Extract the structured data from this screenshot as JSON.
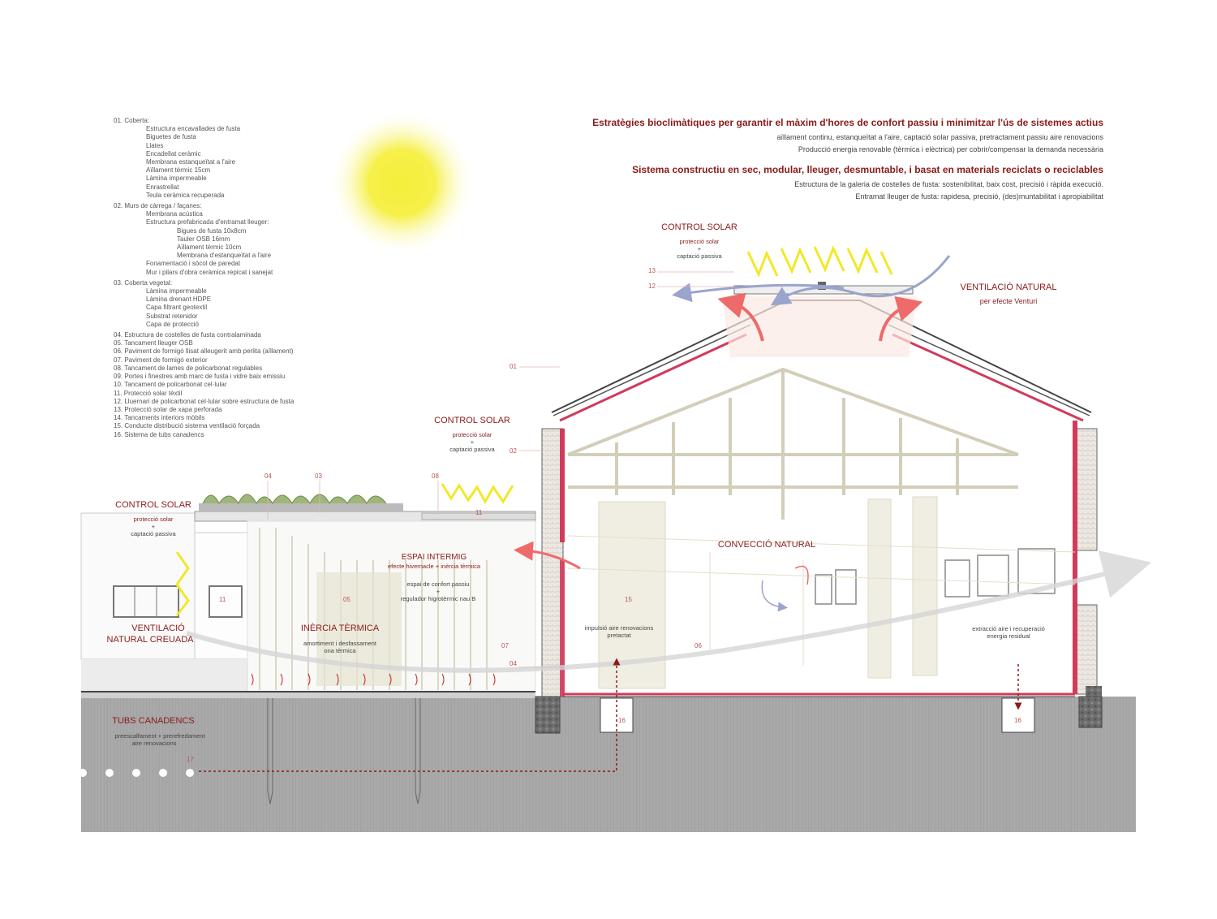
{
  "legend": [
    {
      "text": "01. Coberta:",
      "subs": [
        "Estructura encavallades de fusta",
        "Biguetes de fusta",
        "Llates",
        "Encadellat ceràmic",
        "Membrana estanqueïtat a l'aire",
        "Aïllament tèrmic 15cm",
        "Làmina impermeable",
        "Enrastrellat",
        "Teula ceràmica recuperada"
      ]
    },
    {
      "text": "02. Murs de càrrega / façanes:",
      "subs": [
        "Membrana acústica",
        "Estructura prefabricada d'entramat lleuger:"
      ],
      "subs2": [
        "Bigues de fusta 10x8cm",
        "Tauler OSB 16mm",
        "Aïllament tèrmic 10cm",
        "Membrana d'estanqueïtat a l'aire"
      ],
      "subs3": [
        "Fonamentació i sòcol de paredat",
        "Mur i pilars d'obra ceràmica repicat i sanejat"
      ]
    },
    {
      "text": "03. Coberta vegetal:",
      "subs": [
        "Làmina impermeable",
        "Làmina drenant HDPE",
        "Capa filtrant geotextil",
        "Substrat retenidor",
        "Capa de protecció"
      ]
    },
    {
      "text": "04. Estructura de costelles de fusta contralaminada"
    },
    {
      "text": "05. Tancament lleuger OSB"
    },
    {
      "text": "06. Paviment de formigó llisat alleugerit amb perlita (aïllament)"
    },
    {
      "text": "07. Paviment de formigó exterior"
    },
    {
      "text": "08. Tancament de lames de policarbonat regulables"
    },
    {
      "text": "09. Portes i finestres amb marc de fusta i vidre baix emissiu"
    },
    {
      "text": "10. Tancament de policarbonat cel·lular"
    },
    {
      "text": "11. Protecció solar tèxtil"
    },
    {
      "text": "12. Lluernari de policarbonat cel·lular sobre estructura de fusta"
    },
    {
      "text": "13. Protecció solar de xapa perforada"
    },
    {
      "text": "14. Tancaments interiors mòbils"
    },
    {
      "text": "15. Conducte distribució sistema ventilació forçada"
    },
    {
      "text": "16. Sistema de tubs canadencs"
    }
  ],
  "heading": {
    "title1": "Estratègies bioclimàtiques per garantir el màxim d'hores de confort passiu i minimitzar l'ús de sistemes actius",
    "line1": "aïllament continu, estanqueïtat a l'aire, captació solar passiva, pretractament passiu aire renovacions",
    "line2": "Producció energia renovable (tèrmica i elèctrica) per cobrir/compensar la demanda necessària",
    "title2": "Sistema constructiu en sec, modular, lleuger, desmuntable, i basat en materials reciclats o reciclables",
    "line3": "Estructura de la galeria de costelles de fusta: sostenibilitat, baix cost, precisió i ràpida execució.",
    "line4": "Entramat lleuger de fusta: rapidesa, precisió, (des)muntabilitat i apropiabilitat"
  },
  "labels": {
    "control_solar": "CONTROL SOLAR",
    "proteccio": "protecció solar",
    "plus": "+",
    "captacio": "captació passiva",
    "ventilacio_natural": "VENTILACIÓ NATURAL",
    "venturi": "per efecte Venturi",
    "conveccio": "CONVECCIÓ NATURAL",
    "espai_intermig": "ESPAI INTERMIG",
    "efecte": "efecte hivernacle + inèrcia tèrmica",
    "confort1": "espai de confort passiu",
    "confort2": "+",
    "confort3": "regulador higrotèrmic nau B",
    "inercia": "INÈRCIA TÈRMICA",
    "amort1": "amortiment i desfassament",
    "amort2": "ona tèrmica",
    "vent_creuada1": "VENTILACIÓ",
    "vent_creuada2": "NATURAL CREUADA",
    "impulsio1": "impulsió aire renovacions",
    "impulsio2": "pretactat",
    "extraccio1": "extracció aire i recuperació",
    "extraccio2": "energia residual",
    "tubs": "TUBS CANADENCS",
    "tubs1": "preescalfament + prerefredament",
    "tubs2": "aire renovacions"
  },
  "numbers": {
    "n01": "01",
    "n02": "02",
    "n03": "03",
    "n04": "04",
    "n04b": "04",
    "n05": "05",
    "n06": "06",
    "n07": "07",
    "n08": "08",
    "n11": "11",
    "n11b": "11",
    "n12": "12",
    "n13": "13",
    "n15": "15",
    "n16": "16",
    "n16b": "16",
    "n17": "17"
  },
  "colors": {
    "accent": "#8b1a1a",
    "sun": "#f6f04a",
    "ground": "#a8a8a8",
    "wall": "#d23a5a",
    "airflow": "#9aa4cc"
  }
}
